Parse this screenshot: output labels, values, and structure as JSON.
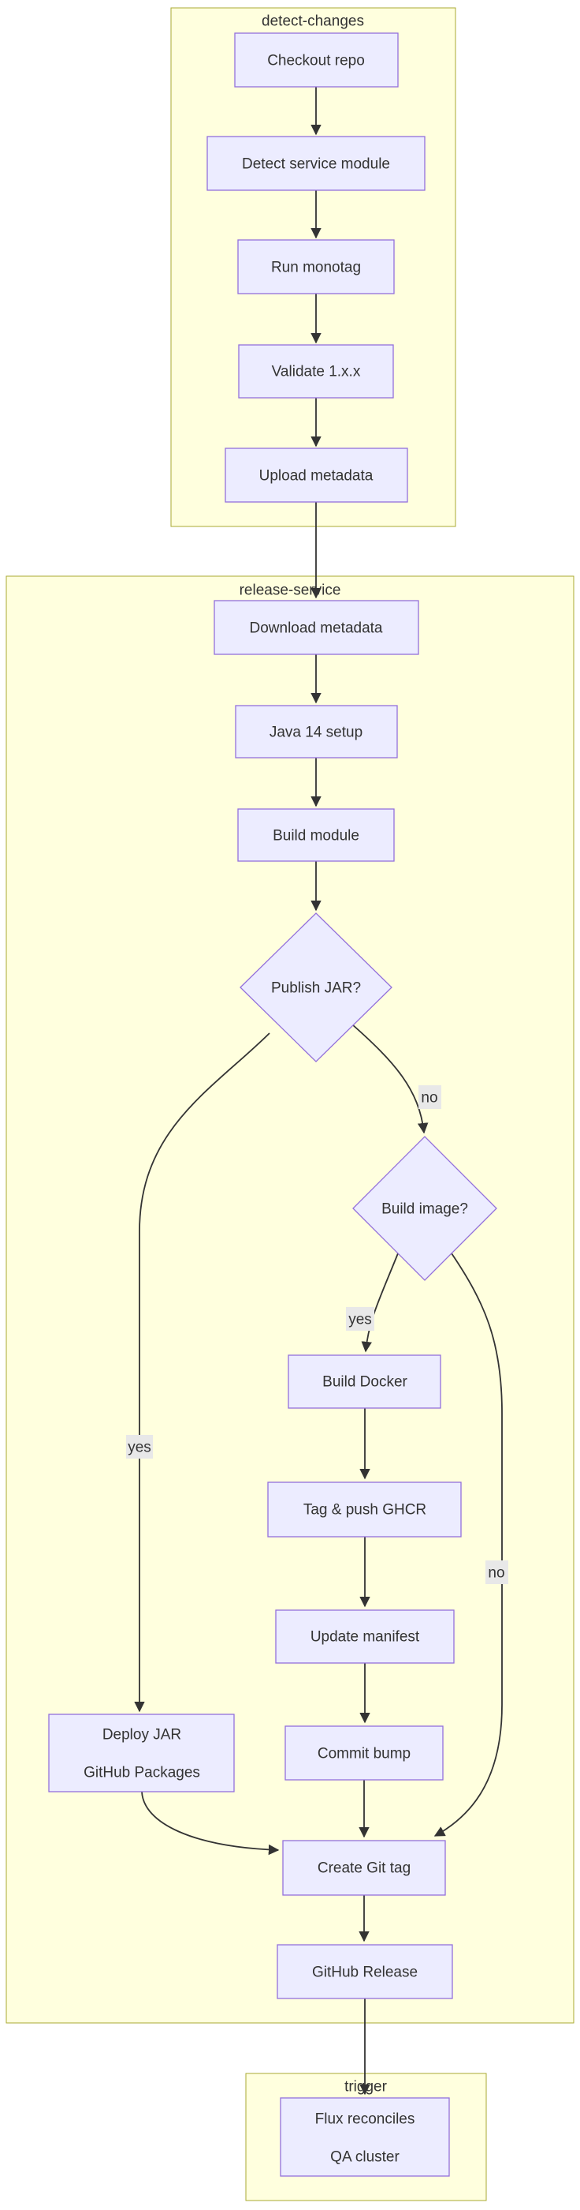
{
  "clusters": [
    {
      "id": "detect-changes",
      "title": "detect-changes"
    },
    {
      "id": "release-service",
      "title": "release-service"
    },
    {
      "id": "trigger",
      "title": "trigger"
    }
  ],
  "nodes": [
    {
      "id": "checkout-repo",
      "label": "Checkout repo"
    },
    {
      "id": "detect-service-module",
      "label": "Detect service module"
    },
    {
      "id": "run-monotag",
      "label": "Run monotag"
    },
    {
      "id": "validate-1xx",
      "label": "Validate 1.x.x"
    },
    {
      "id": "upload-metadata",
      "label": "Upload metadata"
    },
    {
      "id": "download-metadata",
      "label": "Download metadata"
    },
    {
      "id": "java-14-setup",
      "label": "Java 14 setup"
    },
    {
      "id": "build-module",
      "label": "Build module"
    },
    {
      "id": "publish-jar",
      "label": "Publish JAR?",
      "shape": "diamond"
    },
    {
      "id": "build-image",
      "label": "Build image?",
      "shape": "diamond"
    },
    {
      "id": "build-docker",
      "label": "Build Docker"
    },
    {
      "id": "tag-push-ghcr",
      "label": "Tag & push GHCR"
    },
    {
      "id": "update-manifest",
      "label": "Update manifest"
    },
    {
      "id": "deploy-jar",
      "lines": [
        "Deploy JAR",
        "GitHub Packages"
      ]
    },
    {
      "id": "commit-bump",
      "label": "Commit bump"
    },
    {
      "id": "create-git-tag",
      "label": "Create Git tag"
    },
    {
      "id": "github-release",
      "label": "GitHub Release"
    },
    {
      "id": "flux-reconciles",
      "lines": [
        "Flux reconciles",
        "QA cluster"
      ]
    }
  ],
  "edges": [
    {
      "from": "checkout-repo",
      "to": "detect-service-module",
      "label": ""
    },
    {
      "from": "detect-service-module",
      "to": "run-monotag",
      "label": ""
    },
    {
      "from": "run-monotag",
      "to": "validate-1xx",
      "label": ""
    },
    {
      "from": "validate-1xx",
      "to": "upload-metadata",
      "label": ""
    },
    {
      "from": "upload-metadata",
      "to": "download-metadata",
      "label": ""
    },
    {
      "from": "download-metadata",
      "to": "java-14-setup",
      "label": ""
    },
    {
      "from": "java-14-setup",
      "to": "build-module",
      "label": ""
    },
    {
      "from": "build-module",
      "to": "publish-jar",
      "label": ""
    },
    {
      "from": "publish-jar",
      "to": "deploy-jar",
      "label": "yes"
    },
    {
      "from": "publish-jar",
      "to": "build-image",
      "label": "no"
    },
    {
      "from": "build-image",
      "to": "build-docker",
      "label": "yes"
    },
    {
      "from": "build-image",
      "to": "create-git-tag",
      "label": "no"
    },
    {
      "from": "build-docker",
      "to": "tag-push-ghcr",
      "label": ""
    },
    {
      "from": "tag-push-ghcr",
      "to": "update-manifest",
      "label": ""
    },
    {
      "from": "update-manifest",
      "to": "commit-bump",
      "label": ""
    },
    {
      "from": "commit-bump",
      "to": "create-git-tag",
      "label": ""
    },
    {
      "from": "deploy-jar",
      "to": "create-git-tag",
      "label": ""
    },
    {
      "from": "create-git-tag",
      "to": "github-release",
      "label": ""
    },
    {
      "from": "github-release",
      "to": "flux-reconciles",
      "label": ""
    }
  ],
  "colors": {
    "background": "#ffffff",
    "cluster_fill": "#ffffde",
    "cluster_border": "#aaaa33",
    "node_fill": "#ECECFF",
    "node_border": "#9370DB",
    "edge": "#333333",
    "edge_label_bg": "#e8e8e8",
    "text": "#333333"
  }
}
